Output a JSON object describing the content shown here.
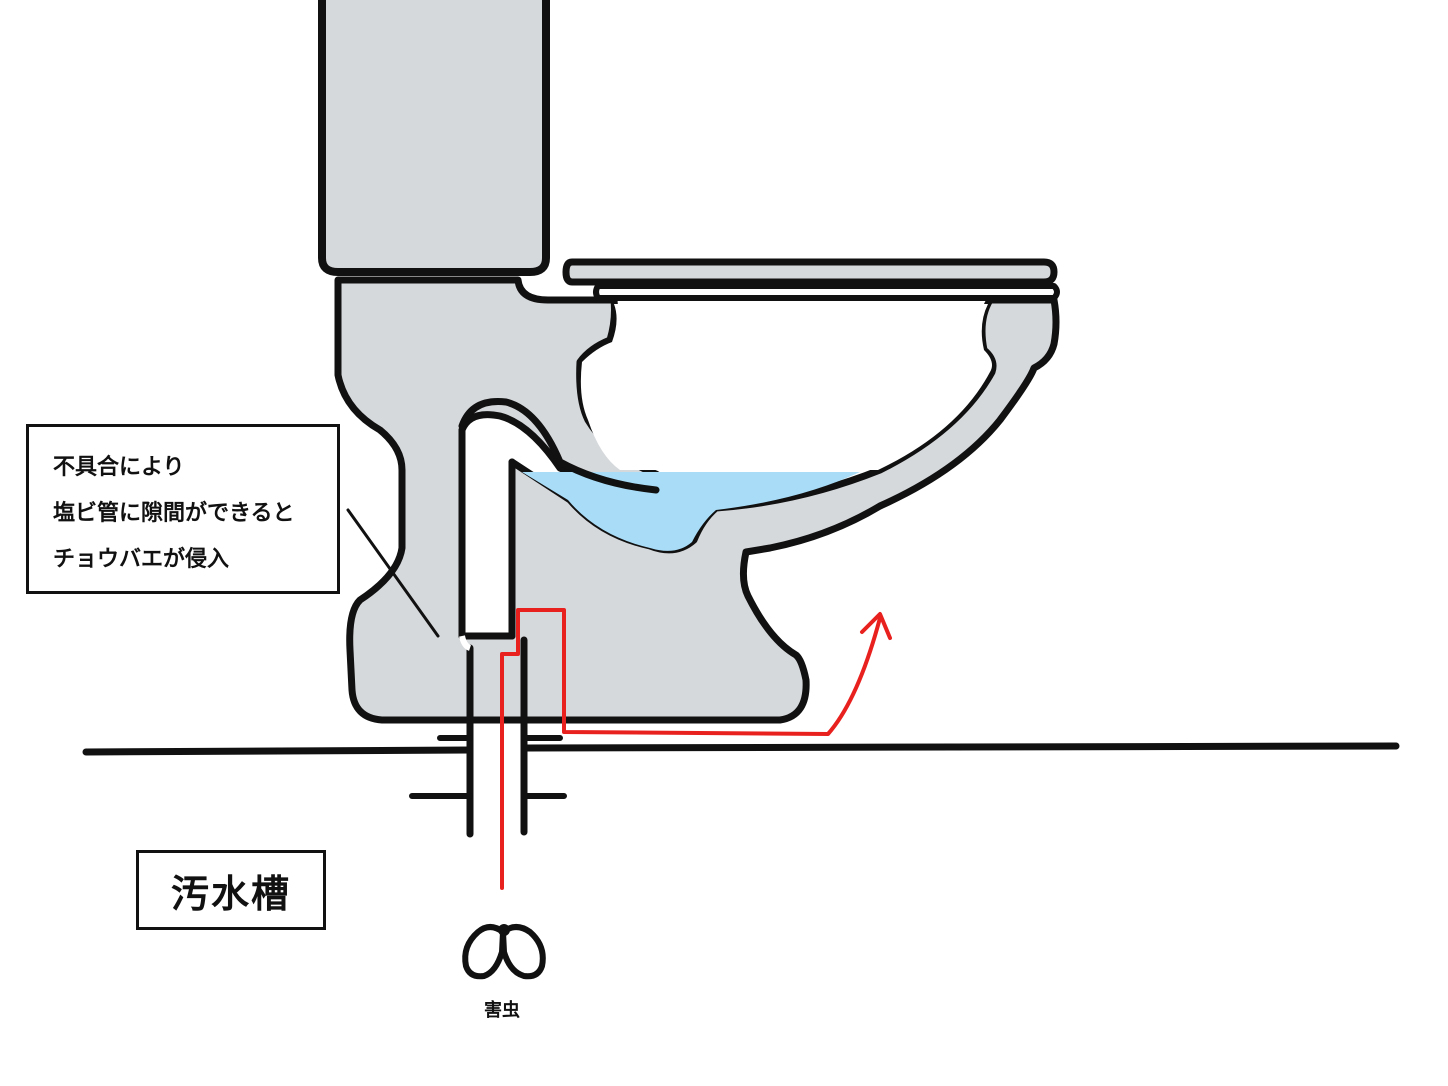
{
  "callout": {
    "lines": [
      "不具合により",
      "塩ビ管に隙間ができると",
      "チョウバエが侵入"
    ]
  },
  "septic_tank_label": "汚水槽",
  "pest_label": "害虫",
  "colors": {
    "porcelain": "#d6d9dc",
    "water": "#a9dcf7",
    "intrusion_path": "#e8211f",
    "outline": "#111111"
  }
}
